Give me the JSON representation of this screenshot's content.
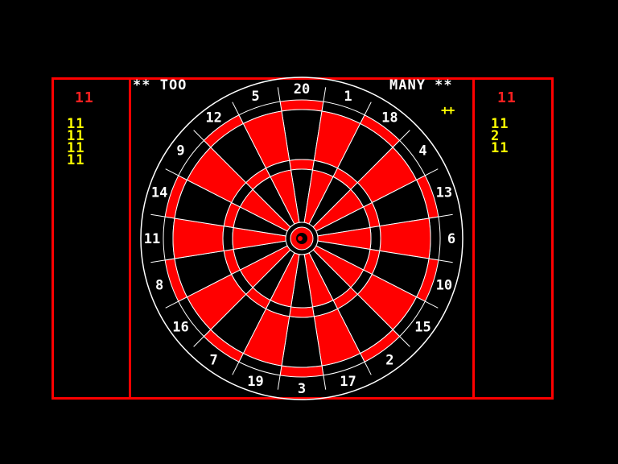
{
  "left_player": {
    "score": "11",
    "history": [
      "11",
      "11",
      "11",
      "11"
    ]
  },
  "right_player": {
    "score": "11",
    "history": [
      "11",
      "2",
      "11"
    ]
  },
  "message": {
    "left": "** TOO",
    "right": "MANY **"
  },
  "dart_marker": "++",
  "dartboard": {
    "numbers": [
      20,
      1,
      18,
      4,
      13,
      6,
      10,
      15,
      2,
      17,
      3,
      19,
      7,
      16,
      8,
      11,
      14,
      9,
      12,
      5
    ],
    "colors": {
      "red": "#ff0000",
      "black": "#000000",
      "wire": "#ffffff",
      "panel_border": "#ff0000",
      "score_text": "#ffff00",
      "header_text": "#ff2020"
    }
  }
}
